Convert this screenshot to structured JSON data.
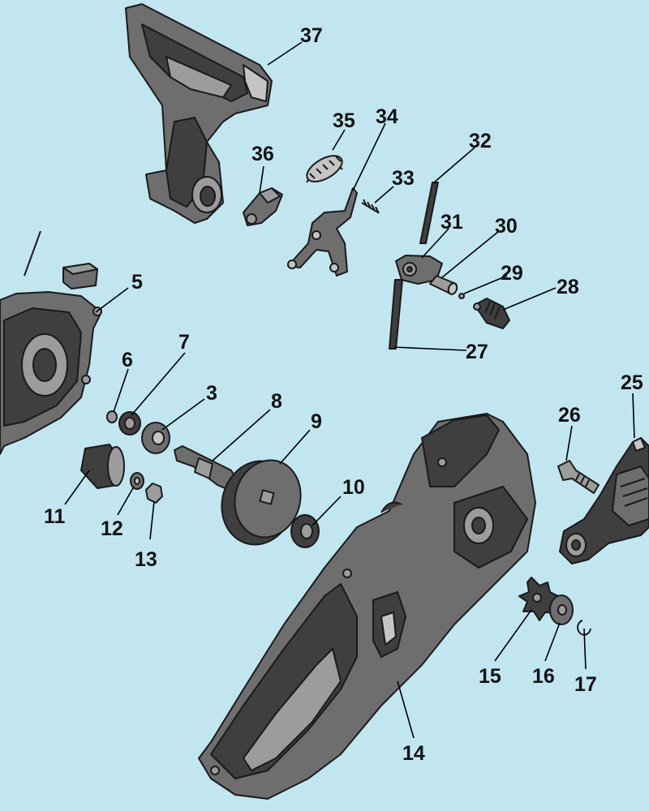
{
  "labels": [
    {
      "id": "37",
      "text": "37"
    },
    {
      "id": "35",
      "text": "35"
    },
    {
      "id": "34",
      "text": "34"
    },
    {
      "id": "36",
      "text": "36"
    },
    {
      "id": "33",
      "text": "33"
    },
    {
      "id": "32",
      "text": "32"
    },
    {
      "id": "31",
      "text": "31"
    },
    {
      "id": "30",
      "text": "30"
    },
    {
      "id": "29",
      "text": "29"
    },
    {
      "id": "28",
      "text": "28"
    },
    {
      "id": "27",
      "text": "27"
    },
    {
      "id": "5",
      "text": "5"
    },
    {
      "id": "7",
      "text": "7"
    },
    {
      "id": "6",
      "text": "6"
    },
    {
      "id": "3",
      "text": "3"
    },
    {
      "id": "8",
      "text": "8"
    },
    {
      "id": "9",
      "text": "9"
    },
    {
      "id": "10",
      "text": "10"
    },
    {
      "id": "11",
      "text": "11"
    },
    {
      "id": "12",
      "text": "12"
    },
    {
      "id": "13",
      "text": "13"
    },
    {
      "id": "14",
      "text": "14"
    },
    {
      "id": "15",
      "text": "15"
    },
    {
      "id": "16",
      "text": "16"
    },
    {
      "id": "17",
      "text": "17"
    },
    {
      "id": "25",
      "text": "25"
    },
    {
      "id": "26",
      "text": "26"
    }
  ],
  "colors": {
    "background": "#c2e6f0",
    "part_dark": "#3f3f3f",
    "part_mid": "#6e6e6e",
    "part_light": "#9c9c9c"
  }
}
